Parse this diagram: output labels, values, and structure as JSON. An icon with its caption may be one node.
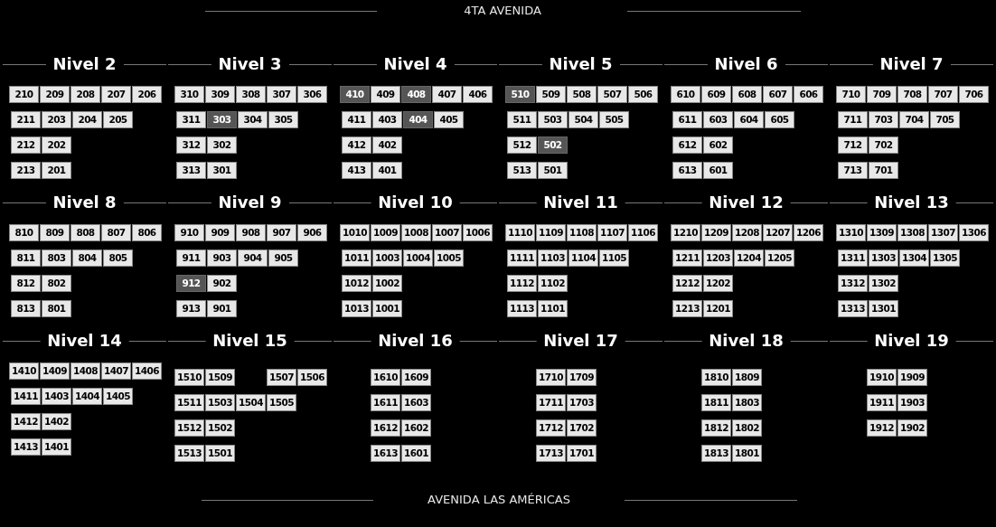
{
  "diagram": {
    "nodes": [
      {
        "text": [
          "Nivel 2"
        ]
      },
      {
        "text": [
          "210"
        ],
        "in": 0
      },
      {
        "text": [
          "209"
        ],
        "in": 0
      },
      {
        "text": [
          "208"
        ],
        "in": 0
      },
      {
        "text": [
          "207"
        ],
        "in": 0
      },
      {
        "text": [
          "206"
        ],
        "in": 0
      },
      {
        "text": [
          "211"
        ],
        "in": 0
      },
      {
        "text": [
          "203"
        ],
        "in": 0
      },
      {
        "text": [
          "204"
        ],
        "in": 0
      },
      {
        "text": [
          "205"
        ],
        "in": 0
      },
      {
        "text": [
          "212"
        ],
        "in": 0
      },
      {
        "text": [
          "202"
        ],
        "in": 0
      },
      {
        "text": [
          "213"
        ],
        "in": 0
      },
      {
        "text": [
          "201"
        ],
        "in": 0
      },
      {
        "text": [
          "Nivel 3"
        ]
      },
      {
        "text": [
          "310"
        ],
        "in": 14
      },
      {
        "text": [
          "309"
        ],
        "in": 14
      },
      {
        "text": [
          "308"
        ],
        "in": 14
      },
      {
        "text": [
          "307"
        ],
        "in": 14
      },
      {
        "text": [
          "306"
        ],
        "in": 14
      },
      {
        "text": [
          "311"
        ],
        "in": 14
      },
      {
        "text": [
          "303"
        ],
        "in": 14
      },
      {
        "text": [
          "304"
        ],
        "in": 14
      },
      {
        "text": [
          "305"
        ],
        "in": 14
      },
      {
        "text": [
          "312"
        ],
        "in": 14
      },
      {
        "text": [
          "302"
        ],
        "in": 14
      },
      {
        "text": [
          "313"
        ],
        "in": 14
      },
      {
        "text": [
          "301"
        ],
        "in": 14
      },
      {
        "text": [
          "Nivel 4"
        ]
      },
      {
        "text": [
          "410"
        ],
        "in": 28
      },
      {
        "text": [
          "409"
        ],
        "in": 28
      },
      {
        "text": [
          "408"
        ],
        "in": 28
      },
      {
        "text": [
          "407"
        ],
        "in": 28
      },
      {
        "text": [
          "406"
        ],
        "in": 28
      },
      {
        "text": [
          "411"
        ],
        "in": 28
      },
      {
        "text": [
          "403"
        ],
        "in": 28
      },
      {
        "text": [
          "404"
        ],
        "in": 28
      },
      {
        "text": [
          "405"
        ],
        "in": 28
      },
      {
        "text": [
          "412"
        ],
        "in": 28
      },
      {
        "text": [
          "402"
        ],
        "in": 28
      },
      {
        "text": [
          "413"
        ],
        "in": 28
      },
      {
        "text": [
          "401"
        ],
        "in": 28
      },
      {
        "text": [
          "Nivel 5"
        ]
      },
      {
        "text": [
          "510"
        ],
        "in": 42
      },
      {
        "text": [
          "509"
        ],
        "in": 42
      },
      {
        "text": [
          "508"
        ],
        "in": 42
      },
      {
        "text": [
          "507"
        ],
        "in": 42
      },
      {
        "text": [
          "506"
        ],
        "in": 42
      },
      {
        "text": [
          "511"
        ],
        "in": 42
      },
      {
        "text": [
          "503"
        ],
        "in": 42
      },
      {
        "text": [
          "504"
        ],
        "in": 42
      },
      {
        "text": [
          "505"
        ],
        "in": 42
      },
      {
        "text": [
          "512"
        ],
        "in": 42
      },
      {
        "text": [
          "502"
        ],
        "in": 42
      },
      {
        "text": [
          "513"
        ],
        "in": 42
      },
      {
        "text": [
          "501"
        ],
        "in": 42
      },
      {
        "text": [
          "Nivel 6"
        ]
      },
      {
        "text": [
          "610"
        ],
        "in": 56
      },
      {
        "text": [
          "609"
        ],
        "in": 56
      },
      {
        "text": [
          "608"
        ],
        "in": 56
      },
      {
        "text": [
          "607"
        ],
        "in": 56
      },
      {
        "text": [
          "606"
        ],
        "in": 56
      },
      {
        "text": [
          "611"
        ],
        "in": 56
      },
      {
        "text": [
          "603"
        ],
        "in": 56
      },
      {
        "text": [
          "604"
        ],
        "in": 56
      },
      {
        "text": [
          "605"
        ],
        "in": 56
      },
      {
        "text": [
          "612"
        ],
        "in": 56
      },
      {
        "text": [
          "602"
        ],
        "in": 56
      },
      {
        "text": [
          "613"
        ],
        "in": 56
      },
      {
        "text": [
          "601"
        ],
        "in": 56
      },
      {
        "text": [
          "Nivel 7"
        ]
      },
      {
        "text": [
          "710"
        ],
        "in": 70
      },
      {
        "text": [
          "709"
        ],
        "in": 70
      },
      {
        "text": [
          "708"
        ],
        "in": 70
      },
      {
        "text": [
          "707"
        ],
        "in": 70
      },
      {
        "text": [
          "706"
        ],
        "in": 70
      },
      {
        "text": [
          "711"
        ],
        "in": 70
      },
      {
        "text": [
          "703"
        ],
        "in": 70
      },
      {
        "text": [
          "704"
        ],
        "in": 70
      },
      {
        "text": [
          "705"
        ],
        "in": 70
      },
      {
        "text": [
          "712"
        ],
        "in": 70
      },
      {
        "text": [
          "702"
        ],
        "in": 70
      },
      {
        "text": [
          "713"
        ],
        "in": 70
      },
      {
        "text": [
          "701"
        ],
        "in": 70
      },
      {
        "text": [
          "Nivel 8"
        ]
      },
      {
        "text": [
          "810"
        ],
        "in": 84
      },
      {
        "text": [
          "809"
        ],
        "in": 84
      },
      {
        "text": [
          "808"
        ],
        "in": 84
      },
      {
        "text": [
          "807"
        ],
        "in": 84
      },
      {
        "text": [
          "806"
        ],
        "in": 84
      },
      {
        "text": [
          "811"
        ],
        "in": 84
      },
      {
        "text": [
          "803"
        ],
        "in": 84
      },
      {
        "text": [
          "804"
        ],
        "in": 84
      },
      {
        "text": [
          "805"
        ],
        "in": 84
      },
      {
        "text": [
          "812"
        ],
        "in": 84
      },
      {
        "text": [
          "802"
        ],
        "in": 84
      },
      {
        "text": [
          "813"
        ],
        "in": 84
      },
      {
        "text": [
          "801"
        ],
        "in": 84
      },
      {
        "text": [
          "Nivel 9"
        ]
      },
      {
        "text": [
          "910"
        ],
        "in": 98
      },
      {
        "text": [
          "909"
        ],
        "in": 98
      },
      {
        "text": [
          "908"
        ],
        "in": 98
      },
      {
        "text": [
          "907"
        ],
        "in": 98
      },
      {
        "text": [
          "906"
        ],
        "in": 98
      },
      {
        "text": [
          "911"
        ],
        "in": 98
      },
      {
        "text": [
          "903"
        ],
        "in": 98
      },
      {
        "text": [
          "904"
        ],
        "in": 98
      },
      {
        "text": [
          "905"
        ],
        "in": 98
      },
      {
        "text": [
          "912"
        ],
        "in": 98
      },
      {
        "text": [
          "902"
        ],
        "in": 98
      },
      {
        "text": [
          "913"
        ],
        "in": 98
      },
      {
        "text": [
          "901"
        ],
        "in": 98
      },
      {
        "text": [
          "Nivel 10"
        ]
      },
      {
        "text": [
          "1010"
        ],
        "in": 112
      },
      {
        "text": [
          "1009"
        ],
        "in": 112
      },
      {
        "text": [
          "1008"
        ],
        "in": 112
      },
      {
        "text": [
          "1007"
        ],
        "in": 112
      },
      {
        "text": [
          "1006"
        ],
        "in": 112
      },
      {
        "text": [
          "1011"
        ],
        "in": 112
      },
      {
        "text": [
          "1003"
        ],
        "in": 112
      },
      {
        "text": [
          "1004"
        ],
        "in": 112
      },
      {
        "text": [
          "1005"
        ],
        "in": 112
      },
      {
        "text": [
          "1012"
        ],
        "in": 112
      },
      {
        "text": [
          "1002"
        ],
        "in": 112
      },
      {
        "text": [
          "1013"
        ],
        "in": 112
      },
      {
        "text": [
          "1001"
        ],
        "in": 112
      },
      {
        "text": [
          "Nivel 11"
        ]
      },
      {
        "text": [
          "1110"
        ],
        "in": 126
      },
      {
        "text": [
          "1109"
        ],
        "in": 126
      },
      {
        "text": [
          "1108"
        ],
        "in": 126
      },
      {
        "text": [
          "1107"
        ],
        "in": 126
      },
      {
        "text": [
          "1106"
        ],
        "in": 126
      },
      {
        "text": [
          "1111"
        ],
        "in": 126
      },
      {
        "text": [
          "1103"
        ],
        "in": 126
      },
      {
        "text": [
          "1104"
        ],
        "in": 126
      },
      {
        "text": [
          "1105"
        ],
        "in": 126
      },
      {
        "text": [
          "1112"
        ],
        "in": 126
      },
      {
        "text": [
          "1102"
        ],
        "in": 126
      },
      {
        "text": [
          "1113"
        ],
        "in": 126
      },
      {
        "text": [
          "1101"
        ],
        "in": 126
      },
      {
        "text": [
          "Nivel 12"
        ]
      },
      {
        "text": [
          "1210"
        ],
        "in": 140
      },
      {
        "text": [
          "1209"
        ],
        "in": 140
      },
      {
        "text": [
          "1208"
        ],
        "in": 140
      },
      {
        "text": [
          "1207"
        ],
        "in": 140
      },
      {
        "text": [
          "1206"
        ],
        "in": 140
      },
      {
        "text": [
          "1211"
        ],
        "in": 140
      },
      {
        "text": [
          "1203"
        ],
        "in": 140
      },
      {
        "text": [
          "1204"
        ],
        "in": 140
      },
      {
        "text": [
          "1205"
        ],
        "in": 140
      },
      {
        "text": [
          "1212"
        ],
        "in": 140
      },
      {
        "text": [
          "1202"
        ],
        "in": 140
      },
      {
        "text": [
          "1213"
        ],
        "in": 140
      },
      {
        "text": [
          "1201"
        ],
        "in": 140
      },
      {
        "text": [
          "Nivel 13"
        ]
      },
      {
        "text": [
          "1310"
        ],
        "in": 154
      },
      {
        "text": [
          "1309"
        ],
        "in": 154
      },
      {
        "text": [
          "1308"
        ],
        "in": 154
      },
      {
        "text": [
          "1307"
        ],
        "in": 154
      },
      {
        "text": [
          "1306"
        ],
        "in": 154
      },
      {
        "text": [
          "1311"
        ],
        "in": 154
      },
      {
        "text": [
          "1303"
        ],
        "in": 154
      },
      {
        "text": [
          "1304"
        ],
        "in": 154
      },
      {
        "text": [
          "1305"
        ],
        "in": 154
      },
      {
        "text": [
          "1312"
        ],
        "in": 154
      },
      {
        "text": [
          "1302"
        ],
        "in": 154
      },
      {
        "text": [
          "1313"
        ],
        "in": 154
      },
      {
        "text": [
          "1301"
        ],
        "in": 154
      },
      {
        "text": [
          "Nivel 14"
        ]
      },
      {
        "text": [
          "1410"
        ],
        "in": 168
      },
      {
        "text": [
          "1409"
        ],
        "in": 168
      },
      {
        "text": [
          "1408"
        ],
        "in": 168
      },
      {
        "text": [
          "1407"
        ],
        "in": 168
      },
      {
        "text": [
          "1406"
        ],
        "in": 168
      },
      {
        "text": [
          "1411"
        ],
        "in": 168
      },
      {
        "text": [
          "1403"
        ],
        "in": 168
      },
      {
        "text": [
          "1404"
        ],
        "in": 168
      },
      {
        "text": [
          "1405"
        ],
        "in": 168
      },
      {
        "text": [
          "1412"
        ],
        "in": 168
      },
      {
        "text": [
          "1402"
        ],
        "in": 168
      },
      {
        "text": [
          "1413"
        ],
        "in": 168
      },
      {
        "text": [
          "1401"
        ],
        "in": 168
      },
      {
        "text": [
          "Nivel 15"
        ]
      },
      {
        "text": [
          "1510"
        ],
        "in": 182
      },
      {
        "text": [
          "1509"
        ],
        "in": 182
      },
      {
        "text": [
          "1507"
        ],
        "in": 182
      },
      {
        "text": [
          "1506"
        ],
        "in": 182
      },
      {
        "text": [
          "1511"
        ],
        "in": 182
      },
      {
        "text": [
          "1503"
        ],
        "in": 182
      },
      {
        "text": [
          "1504"
        ],
        "in": 182
      },
      {
        "text": [
          "1505"
        ],
        "in": 182
      },
      {
        "text": [
          "1512"
        ],
        "in": 182
      },
      {
        "text": [
          "1502"
        ],
        "in": 182
      },
      {
        "text": [
          "1513"
        ],
        "in": 182
      },
      {
        "text": [
          "1501"
        ],
        "in": 182
      },
      {
        "text": [
          "Nivel 16"
        ]
      },
      {
        "text": [
          "1610"
        ],
        "in": 195
      },
      {
        "text": [
          "1609"
        ],
        "in": 195
      },
      {
        "text": [
          "1611"
        ],
        "in": 195
      },
      {
        "text": [
          "1603"
        ],
        "in": 195
      },
      {
        "text": [
          "1612"
        ],
        "in": 195
      },
      {
        "text": [
          "1602"
        ],
        "in": 195
      },
      {
        "text": [
          "1613"
        ],
        "in": 195
      },
      {
        "text": [
          "1601"
        ],
        "in": 195
      },
      {
        "text": [
          "Nivel 17"
        ]
      },
      {
        "text": [
          "1710"
        ],
        "in": 204
      },
      {
        "text": [
          "1709"
        ],
        "in": 204
      },
      {
        "text": [
          "1711"
        ],
        "in": 204
      },
      {
        "text": [
          "1703"
        ],
        "in": 204
      },
      {
        "text": [
          "1712"
        ],
        "in": 204
      },
      {
        "text": [
          "1702"
        ],
        "in": 204
      },
      {
        "text": [
          "1713"
        ],
        "in": 204
      },
      {
        "text": [
          "1701"
        ],
        "in": 204
      },
      {
        "text": [
          "Nivel 18"
        ]
      },
      {
        "text": [
          "1810"
        ],
        "in": 213
      },
      {
        "text": [
          "1809"
        ],
        "in": 213
      },
      {
        "text": [
          "1811"
        ],
        "in": 213
      },
      {
        "text": [
          "1803"
        ],
        "in": 213
      },
      {
        "text": [
          "1812"
        ],
        "in": 213
      },
      {
        "text": [
          "1802"
        ],
        "in": 213
      },
      {
        "text": [
          "1813"
        ],
        "in": 213
      },
      {
        "text": [
          "1801"
        ],
        "in": 213
      },
      {
        "text": [
          "Nivel 19"
        ]
      },
      {
        "text": [
          "1910"
        ],
        "in": 222
      },
      {
        "text": [
          "1909"
        ],
        "in": 222
      },
      {
        "text": [
          "1911"
        ],
        "in": 222
      },
      {
        "text": [
          "1903"
        ],
        "in": 222
      },
      {
        "text": [
          "1912"
        ],
        "in": 222
      },
      {
        "text": [
          "1902"
        ],
        "in": 222
      }
    ],
    "labels": [
      "4TA AVENIDA",
      "AVENIDA LAS AMÉRICAS"
    ]
  }
}
